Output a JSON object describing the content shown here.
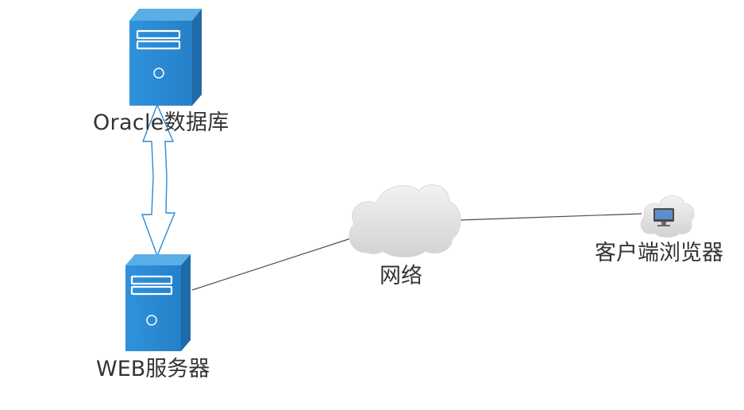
{
  "nodes": {
    "oracle": {
      "label": "Oracle数据库",
      "icon": "server-icon"
    },
    "web": {
      "label": "WEB服务器",
      "icon": "server-icon"
    },
    "network": {
      "label": "网络",
      "icon": "cloud-icon"
    },
    "client": {
      "label": "客户端浏览器",
      "icon": "cloud-monitor-icon"
    }
  },
  "colors": {
    "server_front": "#2a8ad4",
    "server_side": "#1f6aa8",
    "server_top": "#5aaee6",
    "arrow_stroke": "#2a8ad4",
    "line": "#4d4d4d",
    "cloud_fill": "#e8e8e8",
    "label_text": "#333333"
  }
}
